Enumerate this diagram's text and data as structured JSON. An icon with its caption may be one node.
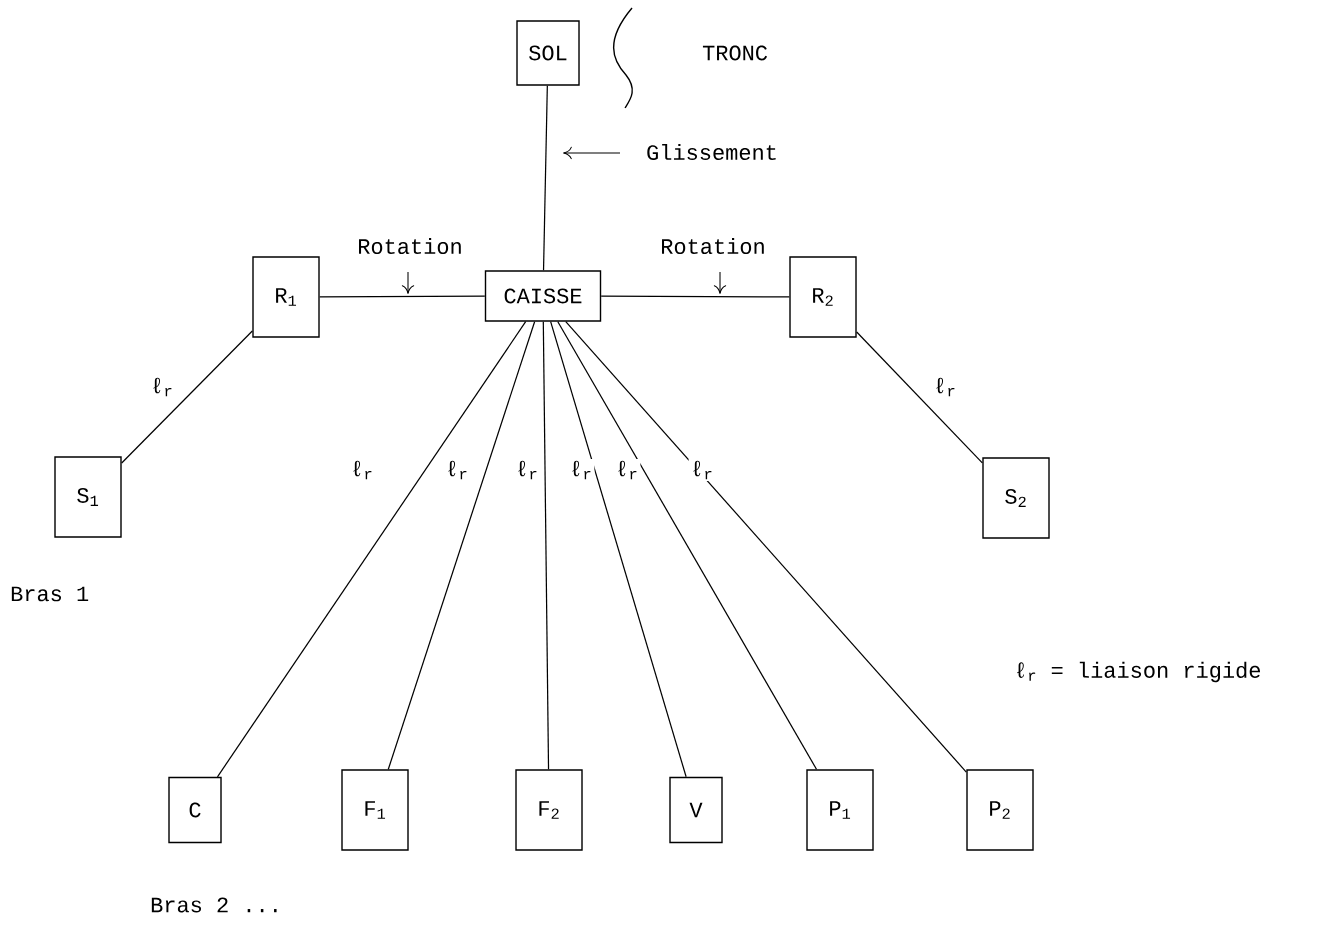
{
  "diagram": {
    "nodes": [
      {
        "text": [
          "SOL"
        ]
      },
      {
        "text": [
          "CAISSE"
        ]
      },
      {
        "text": [
          "R$_{1}$"
        ]
      },
      {
        "text": [
          "R$_{2}$"
        ]
      },
      {
        "text": [
          "S$_{1}$"
        ]
      },
      {
        "text": [
          "S$_{2}$"
        ]
      },
      {
        "text": [
          "C"
        ]
      },
      {
        "text": [
          "F$_{1}$"
        ]
      },
      {
        "text": [
          "F$_{2}$"
        ]
      },
      {
        "text": [
          "V"
        ]
      },
      {
        "text": [
          "P$_{1}$"
        ]
      },
      {
        "text": [
          "P$_{2}$"
        ]
      }
    ],
    "edges": [
      {
        "from": 0,
        "to": 1,
        "arrow": "none",
        "label": "Glissement"
      },
      {
        "from": 2,
        "to": 1,
        "arrow": "none",
        "label": "Rotation"
      },
      {
        "from": 1,
        "to": 3,
        "arrow": "none",
        "label": "Rotation"
      },
      {
        "from": 2,
        "to": 4,
        "arrow": "none",
        "label": "ℓ$_{r}$"
      },
      {
        "from": 3,
        "to": 5,
        "arrow": "none",
        "label": "ℓ$_{r}$"
      },
      {
        "from": 1,
        "to": 6,
        "arrow": "none",
        "label": "ℓ$_{r}$"
      },
      {
        "from": 1,
        "to": 7,
        "arrow": "none",
        "label": "ℓ$_{r}$"
      },
      {
        "from": 1,
        "to": 8,
        "arrow": "none",
        "label": "ℓ$_{r}$"
      },
      {
        "from": 1,
        "to": 9,
        "arrow": "none",
        "label": "ℓ$_{r}$"
      },
      {
        "from": 1,
        "to": 10,
        "arrow": "none",
        "label": "ℓ$_{r}$"
      },
      {
        "from": 1,
        "to": 11,
        "arrow": "none",
        "label": "ℓ$_{r}$"
      }
    ],
    "labels": [
      "TRONC",
      "Bras 1",
      "Bras 2 ...",
      "ℓ$_{r}$ = liaison rigide"
    ]
  }
}
